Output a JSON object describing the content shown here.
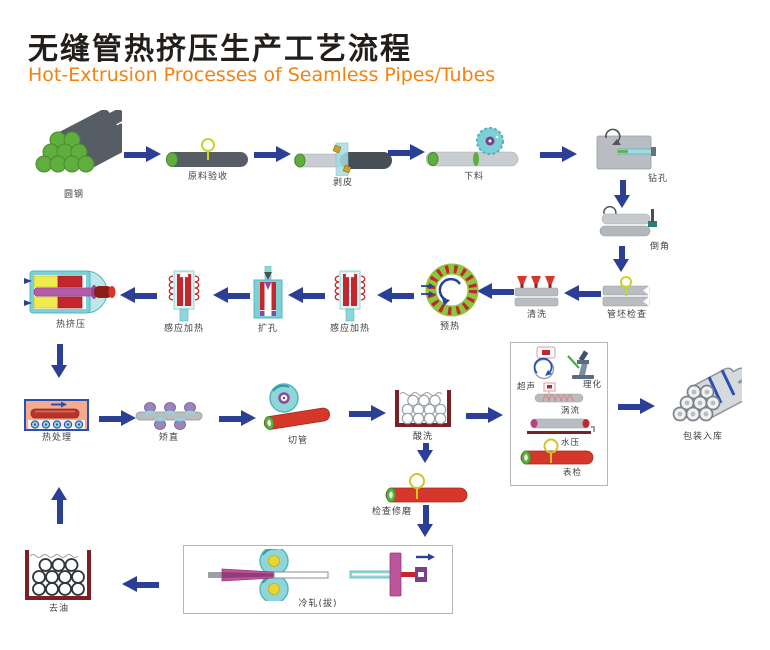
{
  "header": {
    "title": "无缝管热挤压生产工艺流程",
    "subtitle": "Hot-Extrusion Processes of Seamless Pipes/Tubes"
  },
  "steps": {
    "round_steel": {
      "label": "圆钢"
    },
    "raw_material_inspection": {
      "label": "原料验收"
    },
    "peeling": {
      "label": "剥皮"
    },
    "cutting": {
      "label": "下料"
    },
    "drilling": {
      "label": "钻孔"
    },
    "chamfering": {
      "label": "倒角"
    },
    "billet_inspection": {
      "label": "管坯检查"
    },
    "cleaning": {
      "label": "清洗"
    },
    "preheating": {
      "label": "预热"
    },
    "induction_heating_1": {
      "label": "感应加热"
    },
    "hole_expanding": {
      "label": "扩孔"
    },
    "induction_heating_2": {
      "label": "感应加热"
    },
    "hot_extrusion": {
      "label": "热挤压"
    },
    "heat_treatment": {
      "label": "热处理"
    },
    "straightening": {
      "label": "矫直"
    },
    "pipe_cutting": {
      "label": "切管"
    },
    "pickling": {
      "label": "酸洗"
    },
    "packing": {
      "label": "包装入库"
    },
    "inspection_grinding": {
      "label": "检查修磨"
    },
    "cold_rolling": {
      "label": "冷轧(拔)"
    },
    "degreasing": {
      "label": "去油"
    }
  },
  "test_panel": {
    "ultrasonic": "超声",
    "physchem": "理化",
    "eddy_current": "涡流",
    "hydro_test": "水压",
    "surface_inspection": "表检"
  },
  "colors": {
    "arrow_blue": "#2b3f97",
    "subtitle_orange": "#f28211",
    "steel_green": "#5fae3e",
    "pipe_red": "#d6372b",
    "machine_teal": "#8fd6d9",
    "tank_dark_red": "#7a2026"
  }
}
